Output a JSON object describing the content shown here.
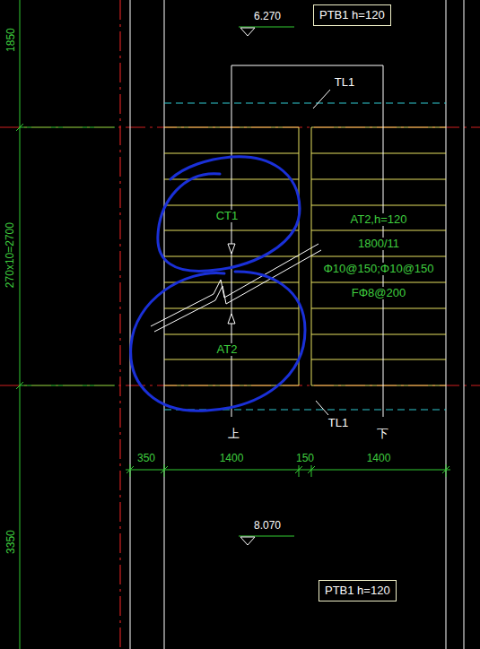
{
  "diagram": {
    "nodes": [
      {
        "text": [
          "PTB1 h=120"
        ]
      },
      {
        "text": [
          "PTB1 h=120"
        ]
      }
    ],
    "labels": [
      "1850",
      "270x10=2700",
      "3350",
      "6.270",
      "TL1",
      "CT1",
      "AT2,h=120",
      "1800/11",
      "Φ10@150;Φ10@150",
      "FΦ8@200",
      "AT2",
      "TL1",
      "上",
      "下",
      "350",
      "1400",
      "150",
      "1400",
      "8.070"
    ]
  }
}
